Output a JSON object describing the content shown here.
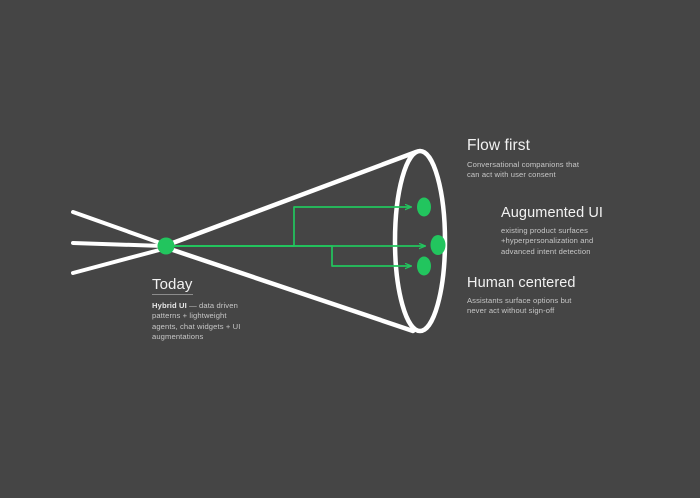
{
  "theme": {
    "background": "#454545",
    "cone_stroke": "#ffffff",
    "accent_green": "#22c55e",
    "title_color": "#f2f2f2",
    "body_color": "#c7c7c7"
  },
  "diagram": {
    "type": "cone-of-possibility",
    "origin_label": "Today",
    "origin_node_name": "green-origin-dot",
    "tail_line_count": 3,
    "outcome_node_count": 3
  },
  "blocks": {
    "today": {
      "title": "Today",
      "body_lead": "Hybrid UI",
      "body_rest": " — data driven patterns + lightweight agents, chat widgets + UI augmentations"
    },
    "flow_first": {
      "title": "Flow first",
      "body": "Conversational companions that can act with user consent"
    },
    "augumented_ui": {
      "title": "Augumented UI",
      "body": "existing product surfaces +hyperpersonalization and advanced intent detection"
    },
    "human_centered": {
      "title": "Human centered",
      "body": "Assistants surface options but never act without sign-off"
    }
  }
}
